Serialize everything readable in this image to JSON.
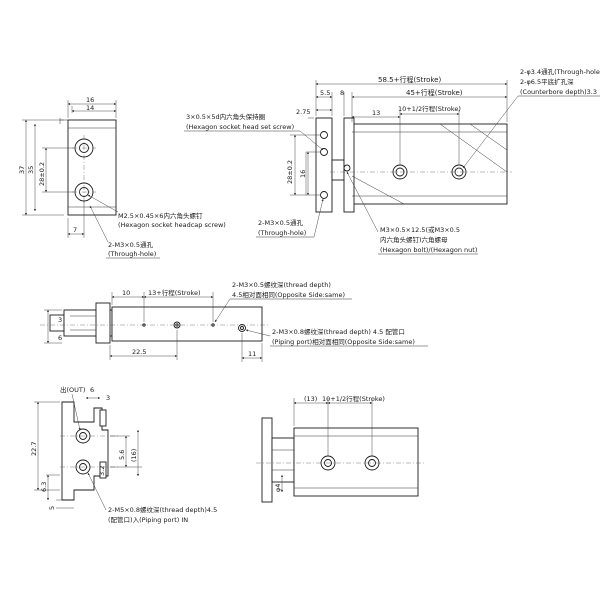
{
  "views": {
    "end_view": {
      "dim_width_16": "16",
      "dim_width_14": "14",
      "dim_height_37": "37",
      "dim_height_35": "35",
      "dim_height_28": "28±0.2",
      "dim_7": "7",
      "note_m25": "M2.5×0.45×6内六角头螺钉",
      "note_m25_en": "(Hexagon socket headcap screw)",
      "note_m3_hole": "2-M3×0.5通孔",
      "note_m3_hole_en": "(Through-hole)"
    },
    "top_view": {
      "dim_stroke_total": "58.5+行程(Stroke)",
      "dim_5_5": "5.5",
      "dim_8": "8",
      "dim_45_stroke": "45+行程(Stroke)",
      "dim_13": "13",
      "dim_half_stroke": "10+1/2行程(Stroke)",
      "dim_2_75": "2.75",
      "dim_28": "28±0.2",
      "dim_16": "16",
      "note_set_screw": "3×0.5×5d内六角头保持圈",
      "note_set_screw_en": "(Hexagon socket head set screw)",
      "note_counterbore_1": "2-φ3.4通孔(Through-hole)",
      "note_counterbore_2": "2-φ6.5平底扩孔深",
      "note_counterbore_3": "(Counterbore depth)3.3",
      "note_m3_through": "2-M3×0.5通孔",
      "note_m3_through_en": "(Through-hole)",
      "note_m3_bolt": "M3×0.5×12.5(或M3×0.5",
      "note_m3_bolt_cn": "内六角头螺钉)六角螺母",
      "note_m3_bolt_en": "(Hexagon bolt)/(Hexagon nut)"
    },
    "side_view": {
      "dim_10": "10",
      "dim_13_stroke": "13+行程(Stroke)",
      "dim_6": "6",
      "dim_3": "3",
      "dim_22_5": "22.5",
      "dim_11": "11",
      "note_thread_1": "2-M3×0.5螺纹深(thread depth)",
      "note_thread_2": "4.5相对面相同(Opposite Side:same)",
      "note_piping_1": "2-M3×0.8螺纹深(thread depth) 4.5 配管口",
      "note_piping_2": "(Piping port)相对面相同(Opposite Side:same)"
    },
    "port_view": {
      "label_out": "出(OUT)",
      "dim_6": "6",
      "dim_3": "3",
      "dim_22_7": "22.7",
      "dim_5_6": "5.6",
      "dim_16": "(16)",
      "dim_3_2": "3.2",
      "dim_6_3": "6.3",
      "dim_5": "5",
      "label_in_note_1": "2-M5×0.8螺纹深(thread depth)4.5",
      "label_in_note_2": "(配管口)入(Piping port) IN"
    },
    "bottom_view": {
      "dim_13": "(13)",
      "dim_half_stroke": "10+1/2行程(Stroke)",
      "dim_phi4": "φ4"
    }
  },
  "colors": {
    "line": "#1a1a1a",
    "background": "#ffffff"
  }
}
